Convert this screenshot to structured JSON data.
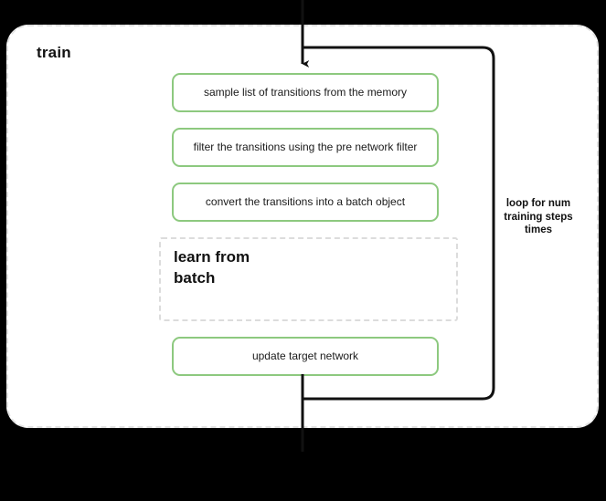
{
  "diagram": {
    "title": "train",
    "canvas_bg": "#000000",
    "container_bg": "#ffffff",
    "accent_green": "#8dc97f",
    "dash_gray": "#e2e2e2",
    "steps": [
      {
        "id": "sample",
        "label": "sample list of transitions from the memory"
      },
      {
        "id": "filter",
        "label": "filter the transitions using the pre network filter"
      },
      {
        "id": "convert",
        "label": "convert the transitions into a batch object"
      },
      {
        "id": "update",
        "label": "update target network"
      }
    ],
    "learn_group": {
      "title_line1": "learn from",
      "title_line2": "batch"
    },
    "loop": {
      "label_line1": "loop for num",
      "label_line2": "training steps",
      "label_line3": "times"
    }
  }
}
